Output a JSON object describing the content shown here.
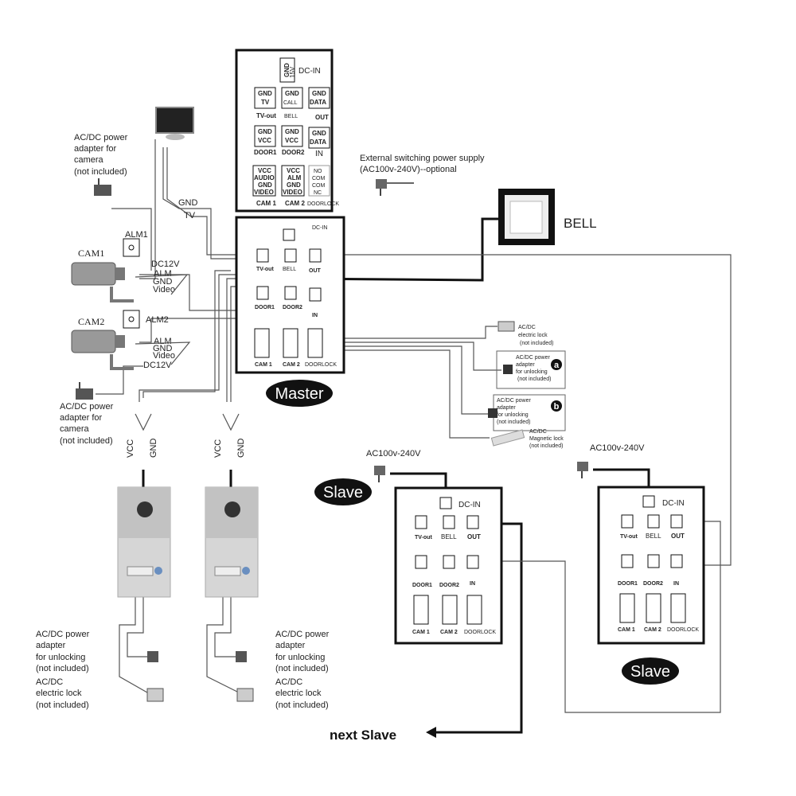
{
  "spec_panel": {
    "dc_in": "DC-IN",
    "dc_box": [
      "GND",
      "15V"
    ],
    "ports": [
      {
        "lines": [
          "GND",
          "TV"
        ],
        "label": "TV-out"
      },
      {
        "lines": [
          "GND",
          "CALL"
        ],
        "label": "BELL"
      },
      {
        "lines": [
          "GND",
          "DATA"
        ],
        "label": "OUT"
      },
      {
        "lines": [
          "GND",
          "VCC"
        ],
        "label": "DOOR1"
      },
      {
        "lines": [
          "GND",
          "VCC"
        ],
        "label": "DOOR2"
      },
      {
        "lines": [
          "GND",
          "DATA"
        ],
        "label": "IN"
      },
      {
        "lines": [
          "VCC",
          "AUDIO",
          "GND",
          "VIDEO"
        ],
        "label": "CAM 1"
      },
      {
        "lines": [
          "VCC",
          "ALM",
          "GND",
          "VIDEO"
        ],
        "label": "CAM 2"
      },
      {
        "lines": [
          "NO",
          "COM",
          "COM",
          "NC"
        ],
        "label": "DOORLOCK"
      }
    ]
  },
  "module_labels": {
    "dc_in": "DC-IN",
    "tv_out": "TV-out",
    "bell": "BELL",
    "out": "OUT",
    "door1": "DOOR1",
    "door2": "DOOR2",
    "in": "IN",
    "cam1": "CAM 1",
    "cam2": "CAM 2",
    "doorlock": "DOORLOCK"
  },
  "badges": {
    "master": "Master",
    "slave": "Slave"
  },
  "bell": {
    "label": "BELL"
  },
  "power": {
    "external": [
      "External switching power supply",
      "(AC100v-240V)--optional"
    ],
    "ac_slave": "AC100v-240V"
  },
  "camera_adapter": [
    "AC/DC power",
    "adapter for",
    "camera",
    "(not included)"
  ],
  "monitor_wires": {
    "gnd": "GND",
    "tv": "TV"
  },
  "cam1": {
    "name": "CAM1",
    "alm_box": "ALM1",
    "dc": "DC12V",
    "alm": "ALM",
    "gnd": "GND",
    "video": "Video"
  },
  "cam2": {
    "name": "CAM2",
    "alm_box": "ALM2",
    "dc": "DC12V",
    "alm": "ALM",
    "gnd": "GND",
    "video": "Video"
  },
  "door_wires": {
    "vcc": "VCC",
    "gnd": "GND"
  },
  "lock_a": {
    "lock": [
      "AC/DC",
      "electric lock",
      "(not included)"
    ],
    "adapter": [
      "AC/DC power",
      "adapter",
      "for unlocking",
      "(not included)"
    ],
    "marker": "a"
  },
  "lock_b": {
    "adapter": [
      "AC/DC power",
      "adapter",
      "for unlocking",
      "(not included)"
    ],
    "lock": [
      "AC/DC",
      "Magnetic lock",
      "(not included)"
    ],
    "marker": "b"
  },
  "door_unlock": {
    "adapter": [
      "AC/DC power",
      "adapter",
      "for unlocking",
      "(not included)"
    ],
    "lock": [
      "AC/DC",
      "electric lock",
      "(not included)"
    ]
  },
  "next_slave": "next  Slave"
}
